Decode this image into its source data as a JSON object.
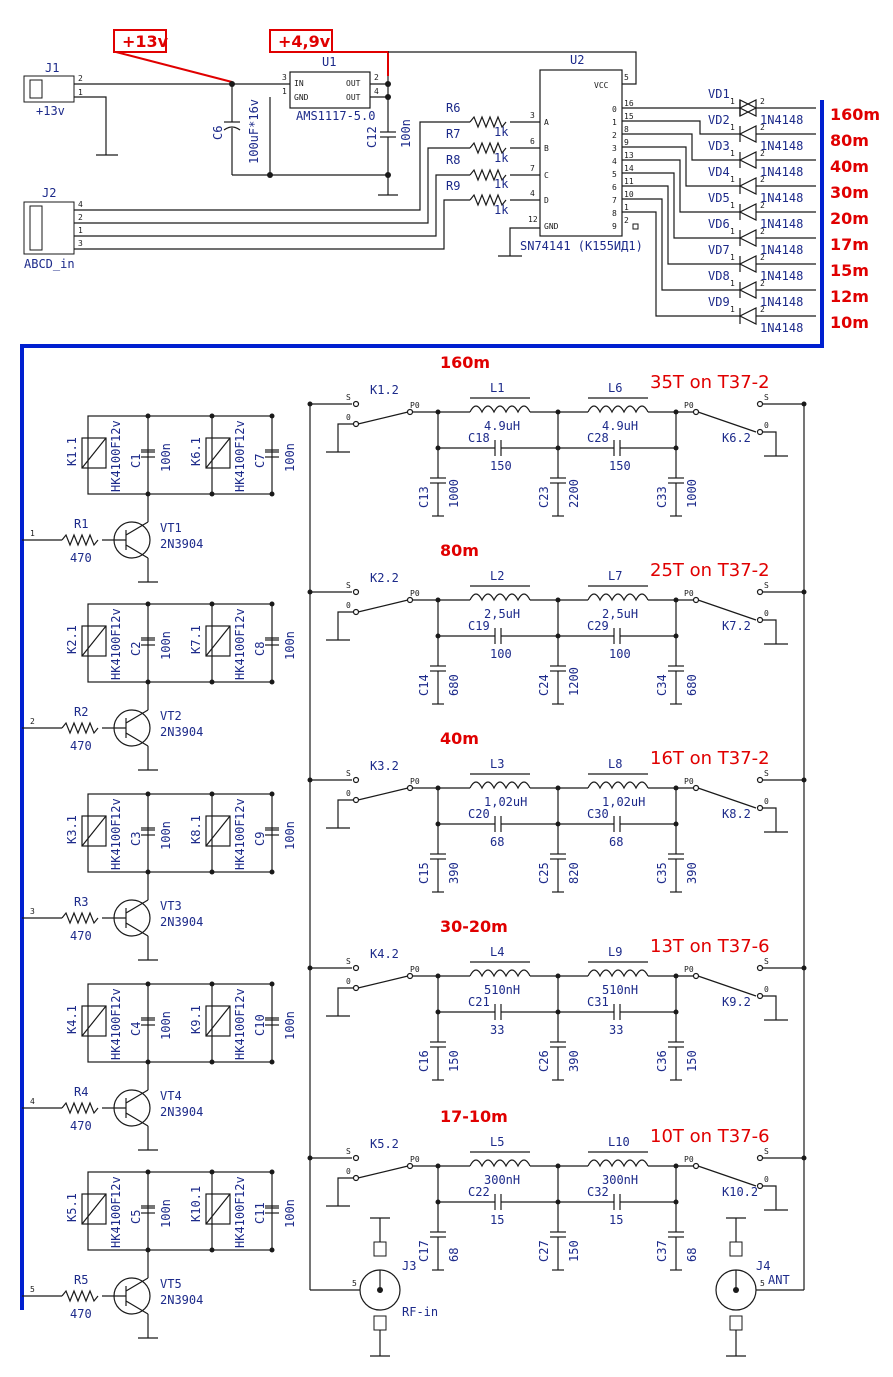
{
  "power": {
    "v13": "+13v",
    "v49": "+4,9v"
  },
  "connectors": {
    "j1": {
      "ref": "J1",
      "value": "+13v"
    },
    "j2": {
      "ref": "J2",
      "value": "ABCD_in"
    },
    "j3": {
      "ref": "J3",
      "value": "RF-in"
    },
    "j4": {
      "ref": "J4",
      "value": "ANT"
    }
  },
  "regulator": {
    "ref": "U1",
    "part": "AMS1117-5.0",
    "pin_in": "IN",
    "pin_gnd": "GND",
    "pin_out": "OUT"
  },
  "c6": {
    "ref": "C6",
    "value": "100uF*16v"
  },
  "c12": {
    "ref": "C12",
    "value": "100n"
  },
  "decoder": {
    "ref": "U2",
    "part": "SN74141 (К155ИД1)",
    "vcc": "VCC",
    "gnd": "GND",
    "in_a": "A",
    "in_b": "B",
    "in_c": "C",
    "in_d": "D"
  },
  "resistors": [
    {
      "ref": "R6",
      "value": "1k"
    },
    {
      "ref": "R7",
      "value": "1k"
    },
    {
      "ref": "R8",
      "value": "1k"
    },
    {
      "ref": "R9",
      "value": "1k"
    }
  ],
  "diodes": [
    {
      "ref": "VD1",
      "part": "1N4148"
    },
    {
      "ref": "VD2",
      "part": "1N4148"
    },
    {
      "ref": "VD3",
      "part": "1N4148"
    },
    {
      "ref": "VD4",
      "part": "1N4148"
    },
    {
      "ref": "VD5",
      "part": "1N4148"
    },
    {
      "ref": "VD6",
      "part": "1N4148"
    },
    {
      "ref": "VD7",
      "part": "1N4148"
    },
    {
      "ref": "VD8",
      "part": "1N4148"
    },
    {
      "ref": "VD9",
      "part": "1N4148"
    }
  ],
  "bands": [
    "160m",
    "80m",
    "40m",
    "30m",
    "20m",
    "17m",
    "15m",
    "12m",
    "10m"
  ],
  "filters": [
    {
      "band": "160m",
      "winding": "35T  on  T37-2",
      "relay_in": "K1.2",
      "relay_out": "K6.2",
      "l_in": {
        "ref": "L1",
        "value": "4.9uH"
      },
      "l_out": {
        "ref": "L6",
        "value": "4.9uH"
      },
      "cs1": {
        "ref": "C18",
        "value": "150"
      },
      "cs2": {
        "ref": "C28",
        "value": "150"
      },
      "cp1": {
        "ref": "C13",
        "value": "1000"
      },
      "cp2": {
        "ref": "C23",
        "value": "2200"
      },
      "cp3": {
        "ref": "C33",
        "value": "1000"
      }
    },
    {
      "band": "80m",
      "winding": "25T  on  T37-2",
      "relay_in": "K2.2",
      "relay_out": "K7.2",
      "l_in": {
        "ref": "L2",
        "value": "2,5uH"
      },
      "l_out": {
        "ref": "L7",
        "value": "2,5uH"
      },
      "cs1": {
        "ref": "C19",
        "value": "100"
      },
      "cs2": {
        "ref": "C29",
        "value": "100"
      },
      "cp1": {
        "ref": "C14",
        "value": "680"
      },
      "cp2": {
        "ref": "C24",
        "value": "1200"
      },
      "cp3": {
        "ref": "C34",
        "value": "680"
      }
    },
    {
      "band": "40m",
      "winding": "16T  on  T37-2",
      "relay_in": "K3.2",
      "relay_out": "K8.2",
      "l_in": {
        "ref": "L3",
        "value": "1,02uH"
      },
      "l_out": {
        "ref": "L8",
        "value": "1,02uH"
      },
      "cs1": {
        "ref": "C20",
        "value": "68"
      },
      "cs2": {
        "ref": "C30",
        "value": "68"
      },
      "cp1": {
        "ref": "C15",
        "value": "390"
      },
      "cp2": {
        "ref": "C25",
        "value": "820"
      },
      "cp3": {
        "ref": "C35",
        "value": "390"
      }
    },
    {
      "band": "30-20m",
      "winding": "13T  on  T37-6",
      "relay_in": "K4.2",
      "relay_out": "K9.2",
      "l_in": {
        "ref": "L4",
        "value": "510nH"
      },
      "l_out": {
        "ref": "L9",
        "value": "510nH"
      },
      "cs1": {
        "ref": "C21",
        "value": "33"
      },
      "cs2": {
        "ref": "C31",
        "value": "33"
      },
      "cp1": {
        "ref": "C16",
        "value": "150"
      },
      "cp2": {
        "ref": "C26",
        "value": "390"
      },
      "cp3": {
        "ref": "C36",
        "value": "150"
      }
    },
    {
      "band": "17-10m",
      "winding": "10T  on  T37-6",
      "relay_in": "K5.2",
      "relay_out": "K10.2",
      "l_in": {
        "ref": "L5",
        "value": "300nH"
      },
      "l_out": {
        "ref": "L10",
        "value": "300nH"
      },
      "cs1": {
        "ref": "C22",
        "value": "15"
      },
      "cs2": {
        "ref": "C32",
        "value": "15"
      },
      "cp1": {
        "ref": "C17",
        "value": "68"
      },
      "cp2": {
        "ref": "C27",
        "value": "150"
      },
      "cp3": {
        "ref": "C37",
        "value": "68"
      }
    }
  ],
  "drivers": [
    {
      "k1": "K1.1",
      "k2": "K6.1",
      "ca": "C1",
      "cb": "C7",
      "r": "R1",
      "vt": "VT1",
      "pin": "1"
    },
    {
      "k1": "K2.1",
      "k2": "K7.1",
      "ca": "C2",
      "cb": "C8",
      "r": "R2",
      "vt": "VT2",
      "pin": "2"
    },
    {
      "k1": "K3.1",
      "k2": "K8.1",
      "ca": "C3",
      "cb": "C9",
      "r": "R3",
      "vt": "VT3",
      "pin": "3"
    },
    {
      "k1": "K4.1",
      "k2": "K9.1",
      "ca": "C4",
      "cb": "C10",
      "r": "R4",
      "vt": "VT4",
      "pin": "4"
    },
    {
      "k1": "K5.1",
      "k2": "K10.1",
      "ca": "C5",
      "cb": "C11",
      "r": "R5",
      "vt": "VT5",
      "pin": "5"
    }
  ],
  "driver_common": {
    "relay_part": "HK4100F",
    "relay_v": "12v",
    "cap_value": "100n",
    "r_value": "470",
    "transistor": "2N3904"
  }
}
